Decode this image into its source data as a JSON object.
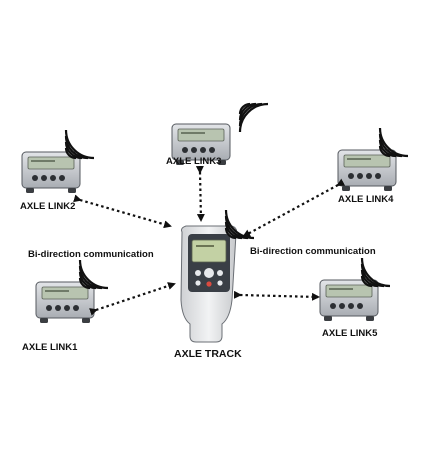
{
  "diagram": {
    "links": {
      "link1": "AXLE LINK1",
      "link2": "AXLE LINK2",
      "link3": "AXLE LINK3",
      "link4": "AXLE LINK4",
      "link5": "AXLE LINK5"
    },
    "center": "AXLE TRACK",
    "comm_left": "Bi-direction communication",
    "comm_right": "Bi-direction communication"
  },
  "colors": {
    "background": "#ffffff",
    "arrow": "#111111",
    "device_body": "#c9ccd0",
    "display": "#b8c4b0",
    "handheld_body": "#e6e7e8",
    "handheld_face": "#3a3f46",
    "handheld_screen": "#c3d1a4"
  },
  "icons": {
    "wireless_signal": "wireless-signal-icon",
    "link_device": "weighing-indicator-icon",
    "handheld": "handheld-terminal-icon"
  }
}
